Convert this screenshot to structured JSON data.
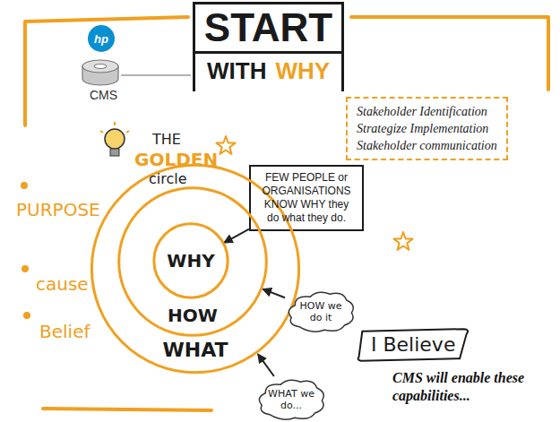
{
  "diagram": {
    "nodes": [
      {
        "text": [
          "START",
          "WITH",
          "WHY"
        ]
      },
      {
        "text": [
          "Stakeholder Identification",
          "Strategize Implementation",
          "Stakeholder communication"
        ]
      },
      {
        "text": [
          "FEW PEOPLE or ORGANISATIONS KNOW WHY they do what they do."
        ]
      },
      {
        "text": [
          "WHAT"
        ]
      },
      {
        "text": [
          "HOW"
        ],
        "in": 3
      },
      {
        "text": [
          "WHY"
        ],
        "in": 4
      },
      {
        "text": [
          "HOW we do it"
        ]
      },
      {
        "text": [
          "WHAT we do..."
        ]
      },
      {
        "text": [
          "I Believe"
        ]
      }
    ],
    "edges": [
      {
        "from": 2,
        "to": 5,
        "arrow": "to"
      },
      {
        "from": 6,
        "to": 4,
        "arrow": "to"
      },
      {
        "from": 7,
        "to": 3,
        "arrow": "to"
      }
    ],
    "labels": [
      "hp",
      "CMS",
      "THE",
      "GOLDEN",
      "circle",
      "PURPOSE",
      "cause",
      "Belief",
      "CMS will enable these capabilities..."
    ]
  }
}
